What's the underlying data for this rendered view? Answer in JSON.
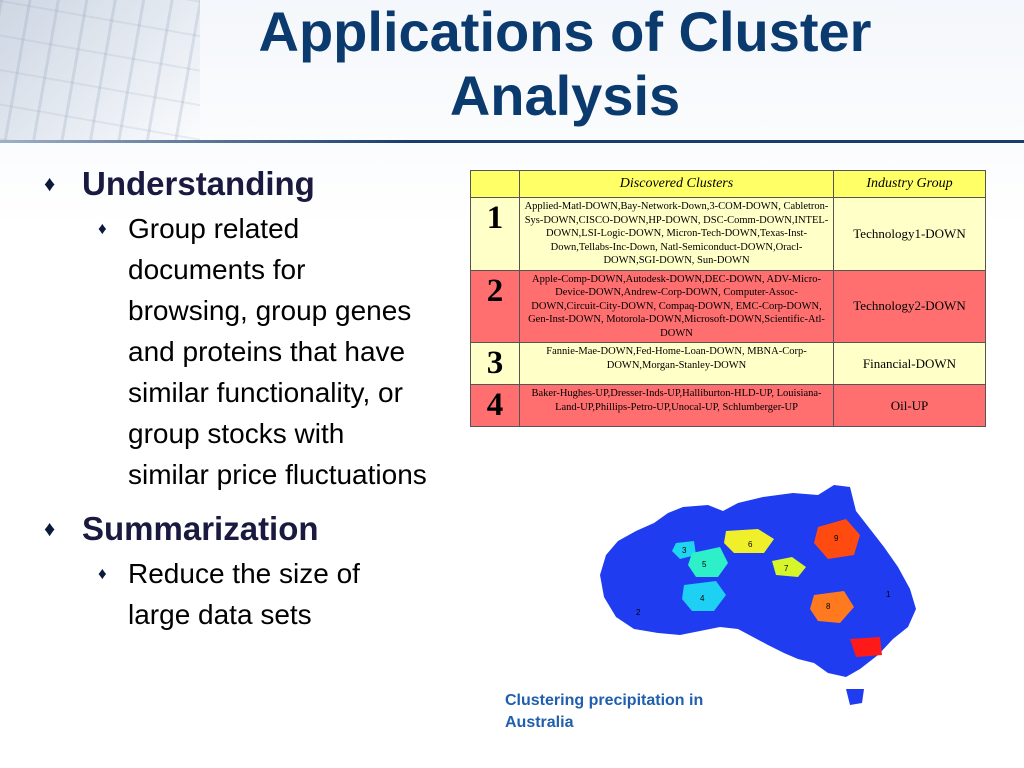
{
  "slide": {
    "title": "Applications of Cluster Analysis",
    "bullets": [
      {
        "heading": "Understanding",
        "sub": "Group related documents for browsing, group genes and proteins that have similar functionality, or group stocks with similar price fluctuations"
      },
      {
        "heading": "Summarization",
        "sub": "Reduce the size of large data sets"
      }
    ],
    "bullet_glyph": "♦"
  },
  "table": {
    "headers": [
      "Discovered Clusters",
      "Industry Group"
    ],
    "rows": [
      {
        "num": "1",
        "clusters": "Applied-Matl-DOWN,Bay-Network-Down,3-COM-DOWN, Cabletron-Sys-DOWN,CISCO-DOWN,HP-DOWN, DSC-Comm-DOWN,INTEL-DOWN,LSI-Logic-DOWN, Micron-Tech-DOWN,Texas-Inst-Down,Tellabs-Inc-Down, Natl-Semiconduct-DOWN,Oracl-DOWN,SGI-DOWN, Sun-DOWN",
        "group": "Technology1-DOWN"
      },
      {
        "num": "2",
        "clusters": "Apple-Comp-DOWN,Autodesk-DOWN,DEC-DOWN, ADV-Micro-Device-DOWN,Andrew-Corp-DOWN, Computer-Assoc-DOWN,Circuit-City-DOWN, Compaq-DOWN, EMC-Corp-DOWN, Gen-Inst-DOWN, Motorola-DOWN,Microsoft-DOWN,Scientific-Atl-DOWN",
        "group": "Technology2-DOWN"
      },
      {
        "num": "3",
        "clusters": "Fannie-Mae-DOWN,Fed-Home-Loan-DOWN, MBNA-Corp-DOWN,Morgan-Stanley-DOWN",
        "group": "Financial-DOWN"
      },
      {
        "num": "4",
        "clusters": "Baker-Hughes-UP,Dresser-Inds-UP,Halliburton-HLD-UP, Louisiana-Land-UP,Phillips-Petro-UP,Unocal-UP, Schlumberger-UP",
        "group": "Oil-UP"
      }
    ],
    "colors": {
      "header": "#ffff66",
      "light_row": "#ffffc8",
      "dark_row": "#ff6f6f"
    }
  },
  "map": {
    "caption": "Clustering precipitation in Australia",
    "base_color": "#1f3cf0",
    "cluster_labels": [
      "1",
      "2",
      "3",
      "4",
      "5",
      "6",
      "7",
      "8",
      "9"
    ]
  }
}
